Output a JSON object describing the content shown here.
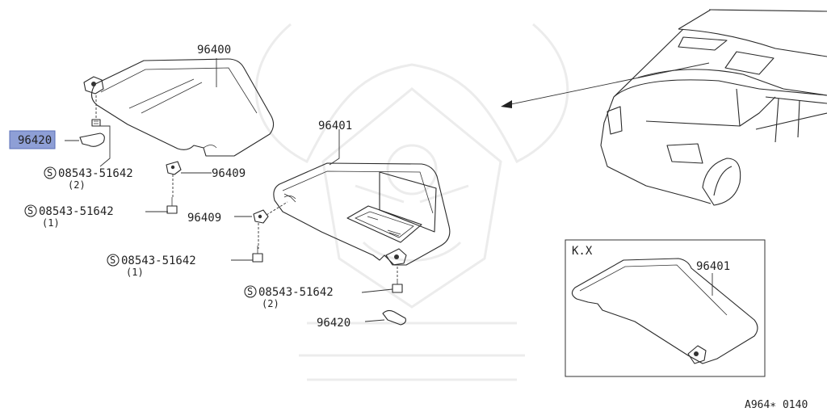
{
  "diagram": {
    "parts": [
      {
        "name": "part-96400-label",
        "number": "96400"
      },
      {
        "name": "part-96401-label",
        "number": "96401"
      },
      {
        "name": "part-96420-label-left",
        "number": "96420",
        "highlighted": true
      },
      {
        "name": "part-96409-label-upper",
        "number": "96409"
      },
      {
        "name": "part-96409-label-lower",
        "number": "96409"
      },
      {
        "name": "part-96420-label-center",
        "number": "96420"
      }
    ],
    "screws": [
      {
        "number": "08543-51642",
        "qty": "(2)"
      },
      {
        "number": "08543-51642",
        "qty": "(1)"
      },
      {
        "number": "08543-51642",
        "qty": "(1)"
      },
      {
        "number": "08543-51642",
        "qty": "(2)"
      }
    ],
    "screw_symbol": "S",
    "inset": {
      "title": "K.X",
      "part_number": "96401"
    },
    "footer_code": "A964∗ 0140",
    "highlight_color": "#8e9fd6"
  }
}
